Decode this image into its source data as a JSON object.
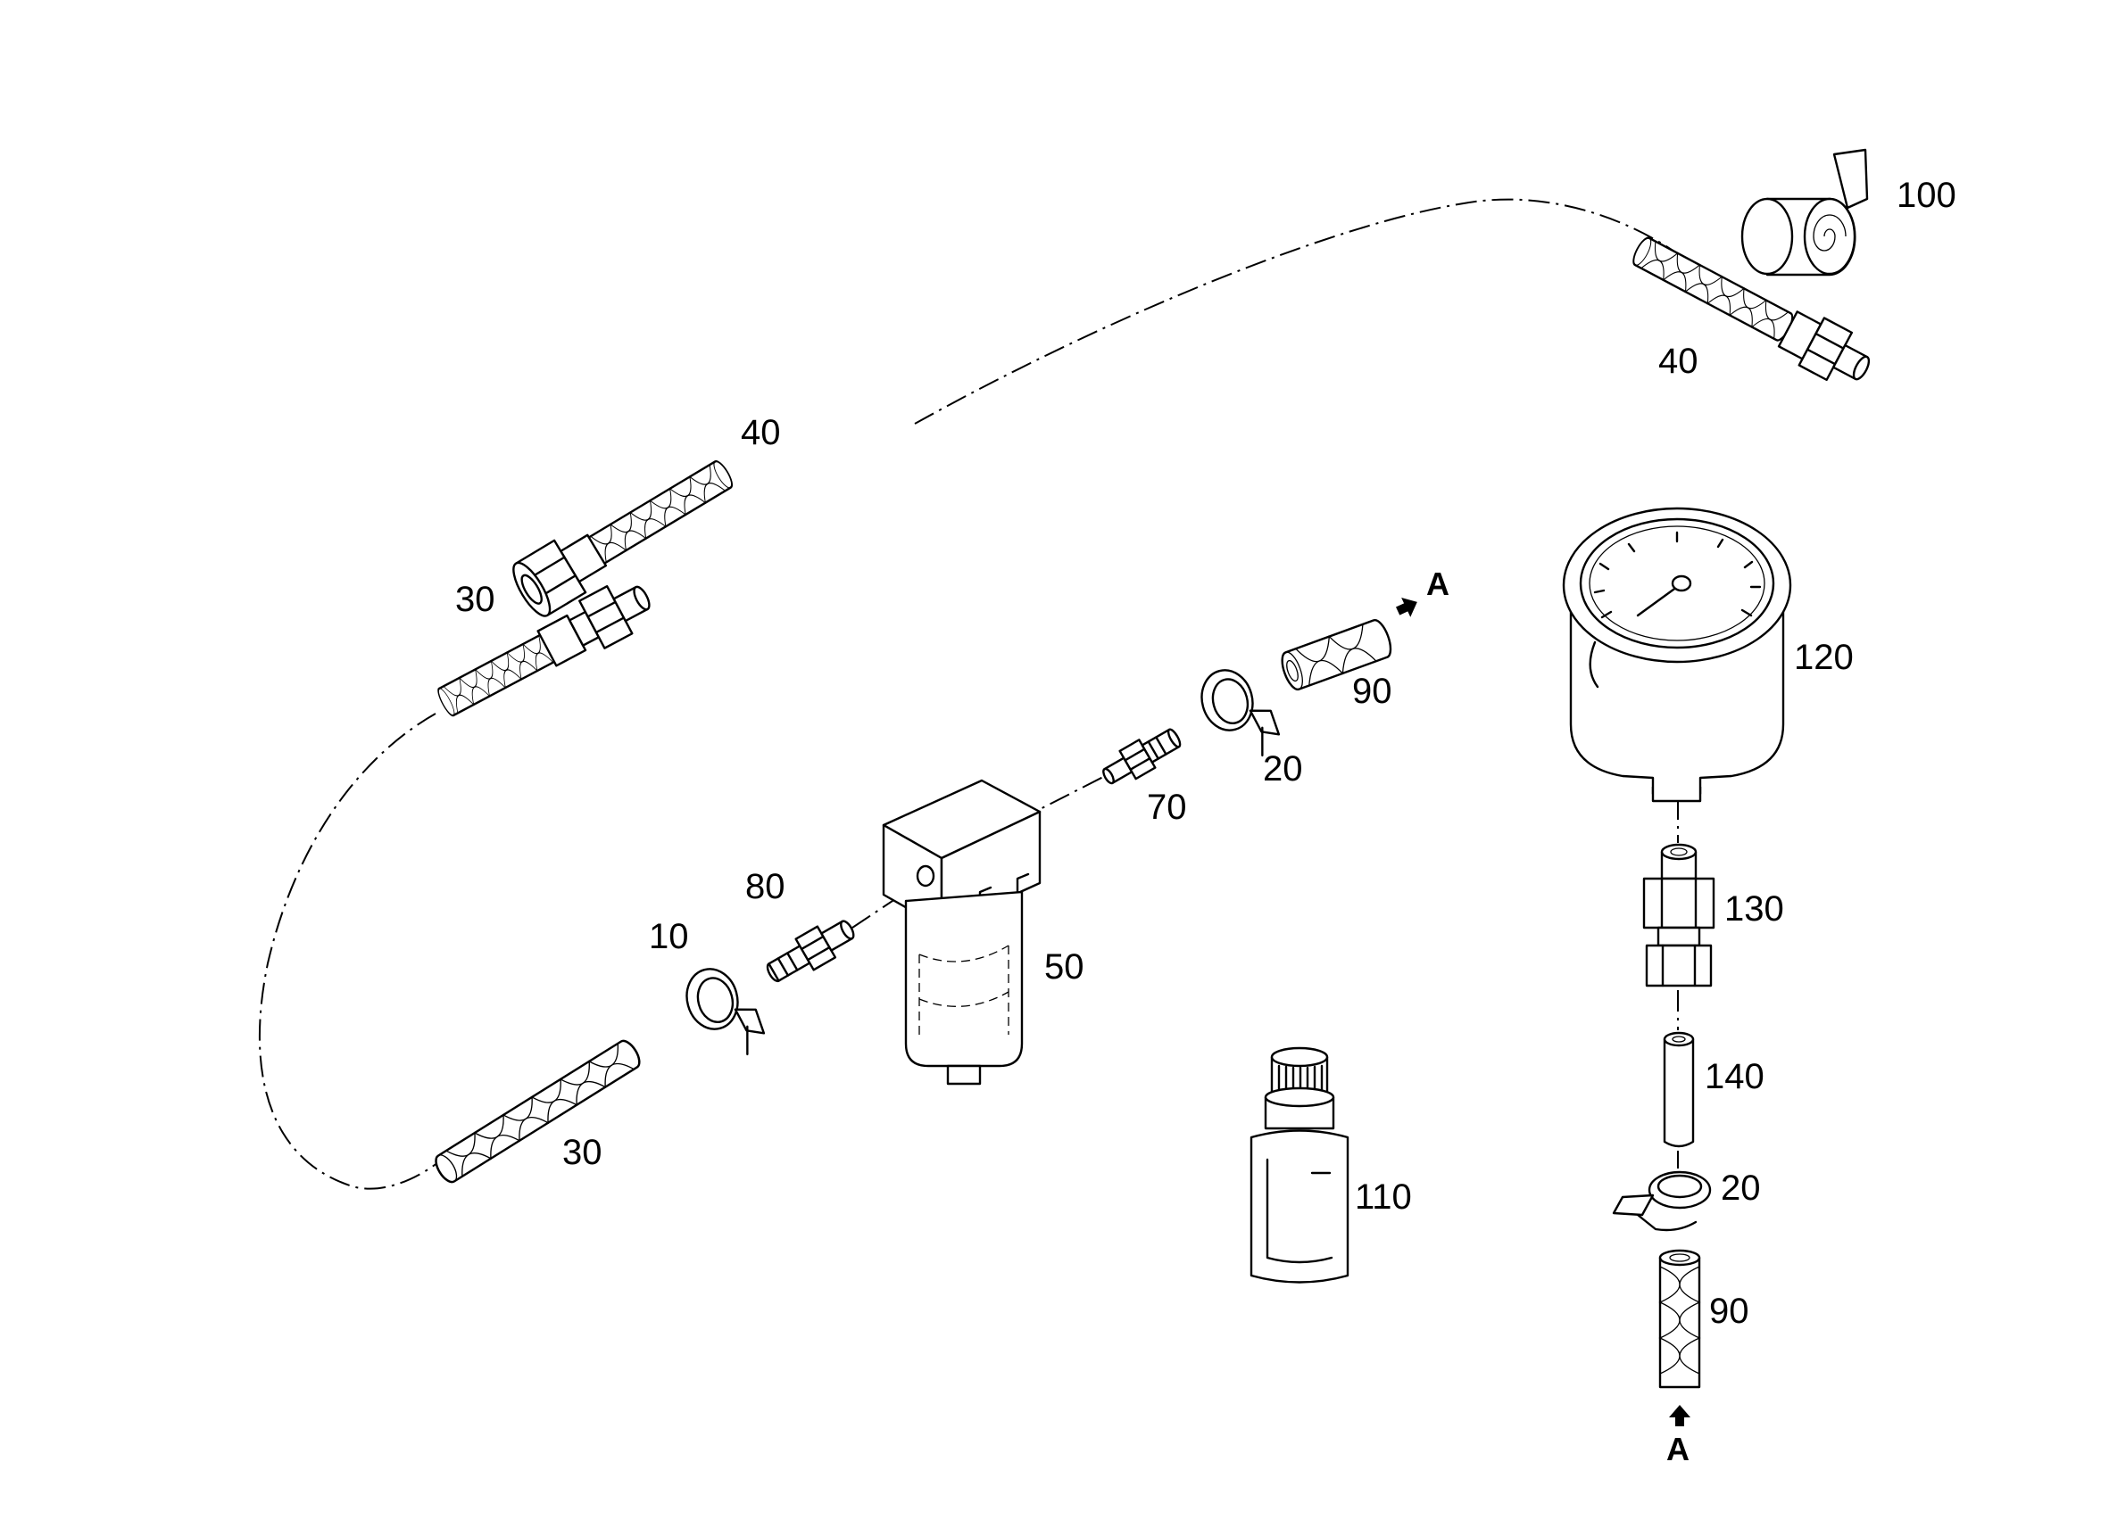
{
  "callouts": {
    "c100": "100",
    "c40_top": "40",
    "c40_left": "40",
    "c30_top": "30",
    "c30_bottom": "30",
    "c90_top": "90",
    "c20_top": "20",
    "c70": "70",
    "c80": "80",
    "c10": "10",
    "c50": "50",
    "c120": "120",
    "c130": "130",
    "c140": "140",
    "c20_bottom": "20",
    "c90_bottom": "90",
    "c110": "110"
  },
  "arrow_labels": {
    "top": "A",
    "bottom": "A"
  }
}
